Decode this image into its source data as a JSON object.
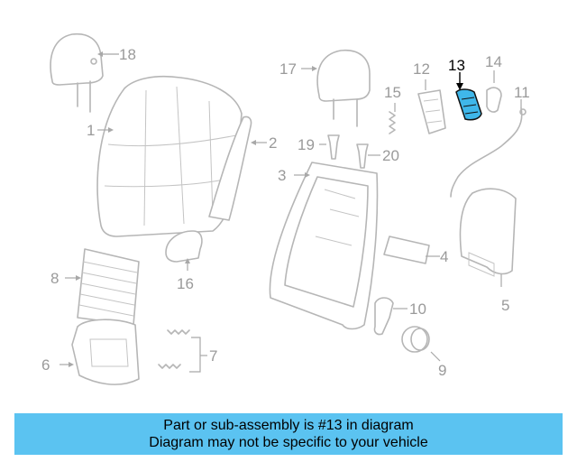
{
  "diagram": {
    "callouts": [
      {
        "id": "1",
        "label": "1"
      },
      {
        "id": "2",
        "label": "2"
      },
      {
        "id": "3",
        "label": "3"
      },
      {
        "id": "4",
        "label": "4"
      },
      {
        "id": "5",
        "label": "5"
      },
      {
        "id": "6",
        "label": "6"
      },
      {
        "id": "7",
        "label": "7"
      },
      {
        "id": "8",
        "label": "8"
      },
      {
        "id": "9",
        "label": "9"
      },
      {
        "id": "10",
        "label": "10"
      },
      {
        "id": "11",
        "label": "11"
      },
      {
        "id": "12",
        "label": "12"
      },
      {
        "id": "13",
        "label": "13"
      },
      {
        "id": "14",
        "label": "14"
      },
      {
        "id": "15",
        "label": "15"
      },
      {
        "id": "16",
        "label": "16"
      },
      {
        "id": "17",
        "label": "17"
      },
      {
        "id": "18",
        "label": "18"
      },
      {
        "id": "19",
        "label": "19"
      },
      {
        "id": "20",
        "label": "20"
      }
    ],
    "highlighted_part": "13",
    "highlight_color": "#3fb7ea"
  },
  "banner": {
    "line1": "Part or sub-assembly is #13 in diagram",
    "line2": "Diagram may not be specific to your vehicle",
    "background": "#5bc3f1"
  }
}
